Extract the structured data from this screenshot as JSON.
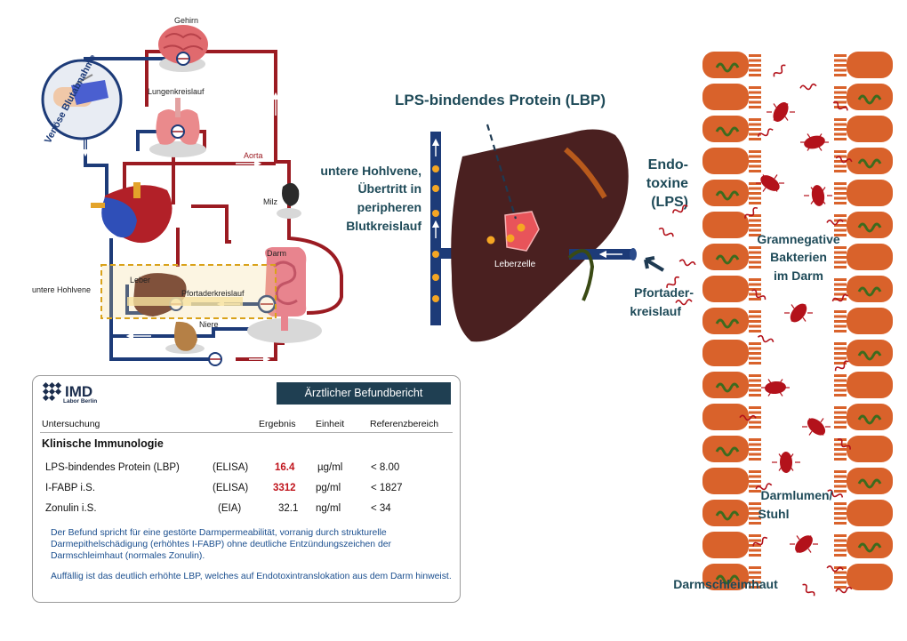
{
  "circulation": {
    "brain": "Gehirn",
    "pulmonary": "Lungenkreislauf",
    "aorta": "Aorta",
    "spleen": "Milz",
    "intestine": "Darm",
    "liver": "Leber",
    "portal_circuit": "Pfortaderkreislauf",
    "kidney": "Niere",
    "inferior_vena_cava": "untere Hohlvene",
    "venous_sampling": "Venöse Blutabnahme"
  },
  "liver_detail": {
    "lbp_title": "LPS-bindendes Protein (LBP)",
    "vena_cava_1": "untere Hohlvene,",
    "vena_cava_2": "Übertritt in",
    "vena_cava_3": "peripheren",
    "vena_cava_4": "Blutkreislauf",
    "liver_cell": "Leberzelle",
    "endotoxins_1": "Endo-",
    "endotoxins_2": "toxine",
    "endotoxins_3": "(LPS)",
    "portal_1": "Pfortader-",
    "portal_2": "kreislauf"
  },
  "gut": {
    "bacteria_1": "Gramnegative",
    "bacteria_2": "Bakterien",
    "bacteria_3": "im Darm",
    "lumen_1": "Darmlumen/",
    "lumen_2": "Stuhl",
    "mucosa": "Darmschleimhaut"
  },
  "colors": {
    "vein": "#1d3b78",
    "artery": "#9b1b22",
    "liver": "#4a2020",
    "header": "#1f3f52",
    "highlight": "#c0141c",
    "note_text": "#1a4e8e",
    "cell": "#d9622b",
    "microvilli": "#3d6b1e",
    "bacterium": "#b3121b"
  },
  "report": {
    "logo": "IMD",
    "logo_sub": "Labor Berlin",
    "header": "Ärztlicher Befundbericht",
    "columns": {
      "test": "Untersuchung",
      "result": "Ergebnis",
      "unit": "Einheit",
      "reference": "Referenzbereich"
    },
    "section": "Klinische Immunologie",
    "rows": [
      {
        "test": "LPS-bindendes Protein (LBP)",
        "method": "(ELISA)",
        "result": "16.4",
        "unit": "µg/ml",
        "reference": "< 8.00"
      },
      {
        "test": "I-FABP i.S.",
        "method": "(ELISA)",
        "result": "3312",
        "unit": "pg/ml",
        "reference": "< 1827"
      },
      {
        "test": "Zonulin i.S.",
        "method": "(EIA)",
        "result": "32.1",
        "unit": "ng/ml",
        "reference": "< 34"
      }
    ],
    "note1": "Der Befund spricht für eine gestörte Darmpermeabilität, vorranig durch strukturelle Darmepithelschädigung (erhöhtes I-FABP) ohne deutliche Entzündungszeichen der Darmschleimhaut (normales Zonulin).",
    "note2": "Auffällig ist das deutlich erhöhte LBP, welches auf Endotoxintranslokation aus dem Darm hinweist."
  }
}
